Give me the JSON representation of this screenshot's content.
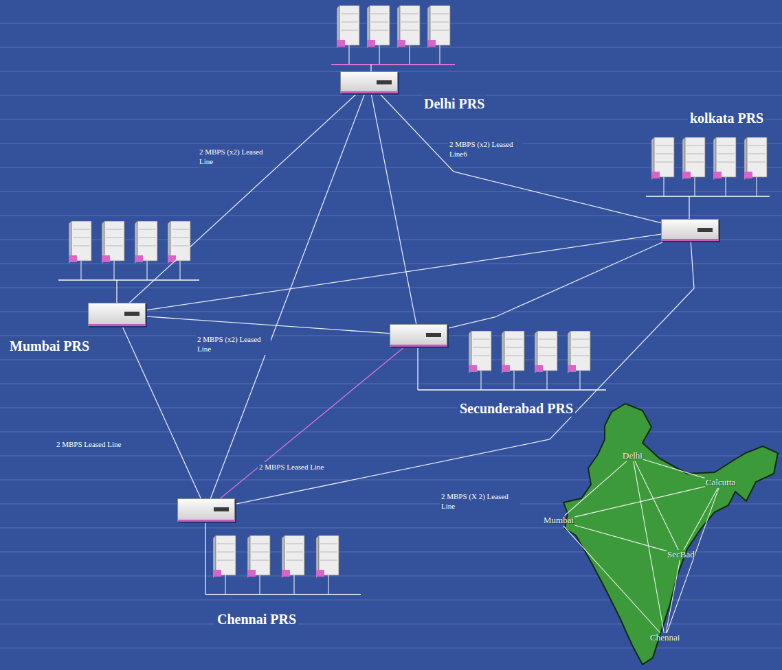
{
  "diagram": {
    "nodes": [
      {
        "text": [
          "Delhi PRS"
        ]
      },
      {
        "text": [
          "kolkata PRS"
        ]
      },
      {
        "text": [
          "Mumbai PRS"
        ]
      },
      {
        "text": [
          "Secunderabad PRS"
        ]
      },
      {
        "text": [
          "Chennai PRS"
        ]
      },
      {
        "text": [
          "Delhi"
        ]
      },
      {
        "text": [
          "Calcutta"
        ]
      },
      {
        "text": [
          "Mumbai"
        ]
      },
      {
        "text": [
          "SecBad"
        ]
      },
      {
        "text": [
          "Chennai"
        ]
      }
    ],
    "edges": [
      {
        "from": 0,
        "to": 2,
        "label": "2 MBPS (x2) Leased Line",
        "arrow": "none"
      },
      {
        "from": 0,
        "to": 1,
        "label": "2 MBPS (x2) Leased Line6",
        "arrow": "none"
      },
      {
        "from": 0,
        "to": 4,
        "arrow": "none"
      },
      {
        "from": 0,
        "to": 3,
        "arrow": "none"
      },
      {
        "from": 2,
        "to": 1,
        "arrow": "none"
      },
      {
        "from": 2,
        "to": 3,
        "label": "2 MBPS (x2) Leased Line",
        "arrow": "none"
      },
      {
        "from": 2,
        "to": 4,
        "label": "2 MBPS Leased Line",
        "arrow": "none"
      },
      {
        "from": 4,
        "to": 3,
        "label": "2 MBPS Leased Line",
        "arrow": "none"
      },
      {
        "from": 4,
        "to": 1,
        "label": "2 MBPS (X 2) Leased Line",
        "arrow": "none"
      },
      {
        "from": 3,
        "to": 1,
        "arrow": "none"
      },
      {
        "from": 5,
        "to": 6,
        "arrow": "none"
      },
      {
        "from": 5,
        "to": 7,
        "arrow": "none"
      },
      {
        "from": 5,
        "to": 8,
        "arrow": "none"
      },
      {
        "from": 5,
        "to": 9,
        "arrow": "none"
      },
      {
        "from": 7,
        "to": 6,
        "arrow": "none"
      },
      {
        "from": 7,
        "to": 8,
        "arrow": "none"
      },
      {
        "from": 7,
        "to": 9,
        "arrow": "none"
      },
      {
        "from": 6,
        "to": 8,
        "arrow": "none"
      },
      {
        "from": 6,
        "to": 9,
        "arrow": "none"
      },
      {
        "from": 8,
        "to": 9,
        "arrow": "none"
      }
    ]
  }
}
